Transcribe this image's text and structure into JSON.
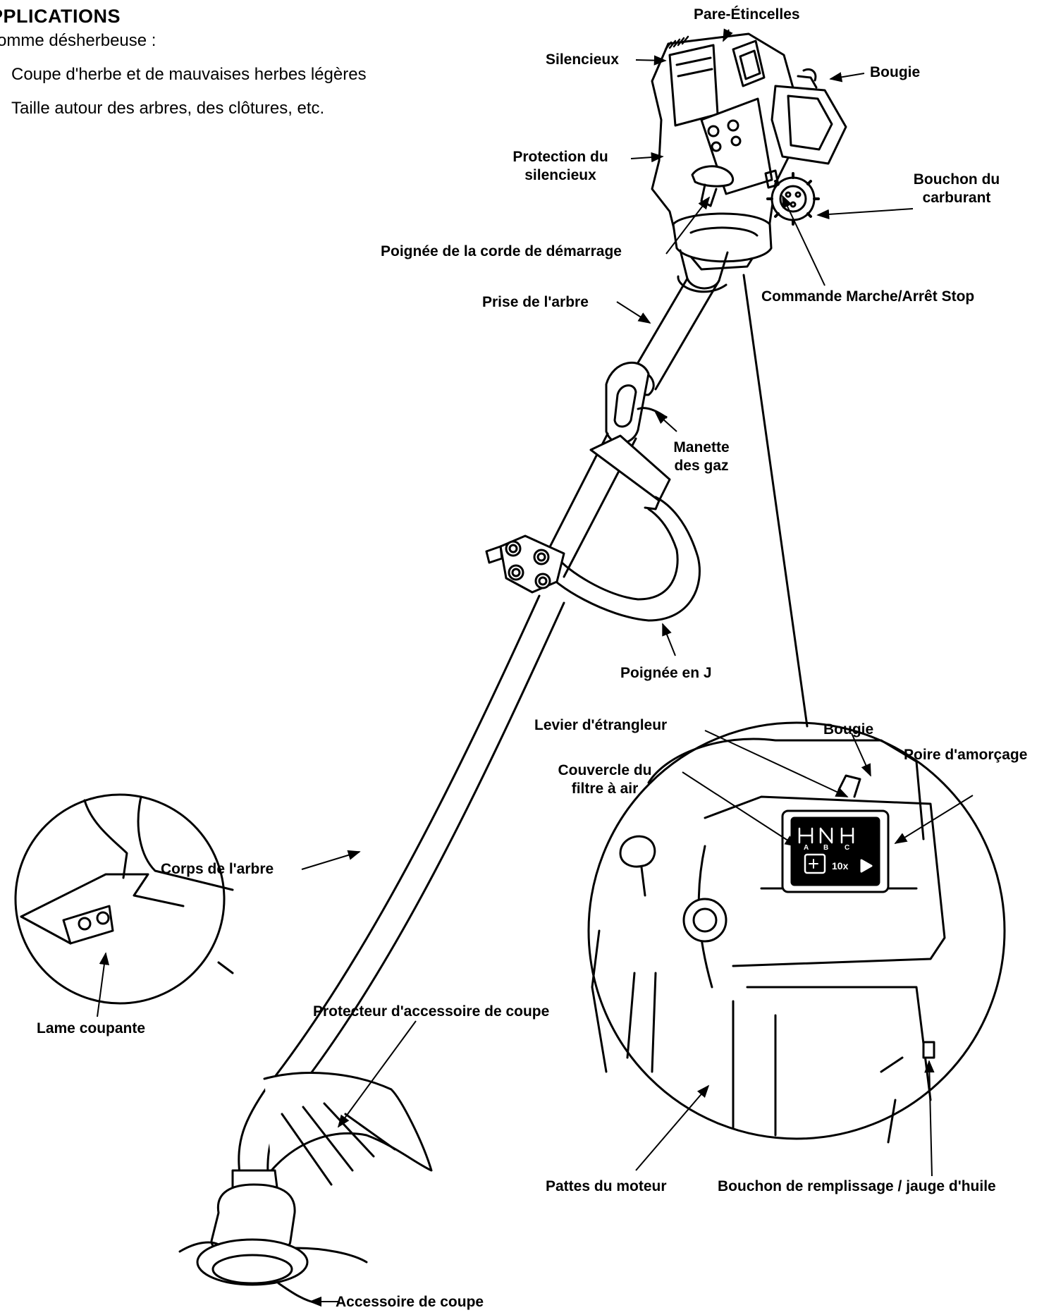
{
  "intro": {
    "heading": "PPLICATIONS",
    "subtitle": "omme désherbeuse :",
    "items": [
      "Coupe d'herbe et de mauvaises herbes légères",
      "Taille autour des arbres, des clôtures, etc."
    ]
  },
  "labels": {
    "spark_arrestor": "Pare-Étincelles",
    "muffler": "Silencieux",
    "spark_plug_top": "Bougie",
    "muffler_guard_l1": "Protection du",
    "muffler_guard_l2": "silencieux",
    "fuel_cap_l1": "Bouchon du",
    "fuel_cap_l2": "carburant",
    "starter_rope": "Poignée de la corde de démarrage",
    "on_off_switch": "Commande Marche/Arrêt Stop",
    "shaft_grip": "Prise de l'arbre",
    "throttle_l1": "Manette",
    "throttle_l2": "des gaz",
    "j_handle": "Poignée en J",
    "choke_lever": "Levier d'étrangleur",
    "spark_plug_detail": "Bougie",
    "primer_bulb": "Poire d'amorçage",
    "air_filter_l1": "Couvercle du",
    "air_filter_l2": "filtre à air",
    "shaft_housing": "Corps de l'arbre",
    "cutting_blade": "Lame coupante",
    "guard": "Protecteur d'accessoire de coupe",
    "engine_mounts": "Pattes du moteur",
    "oil_fill": "Bouchon de remplissage / jauge d'huile",
    "cutting_attachment": "Accessoire de coupe"
  },
  "decal": {
    "positions": [
      "A",
      "B",
      "C"
    ],
    "count": "10x"
  }
}
